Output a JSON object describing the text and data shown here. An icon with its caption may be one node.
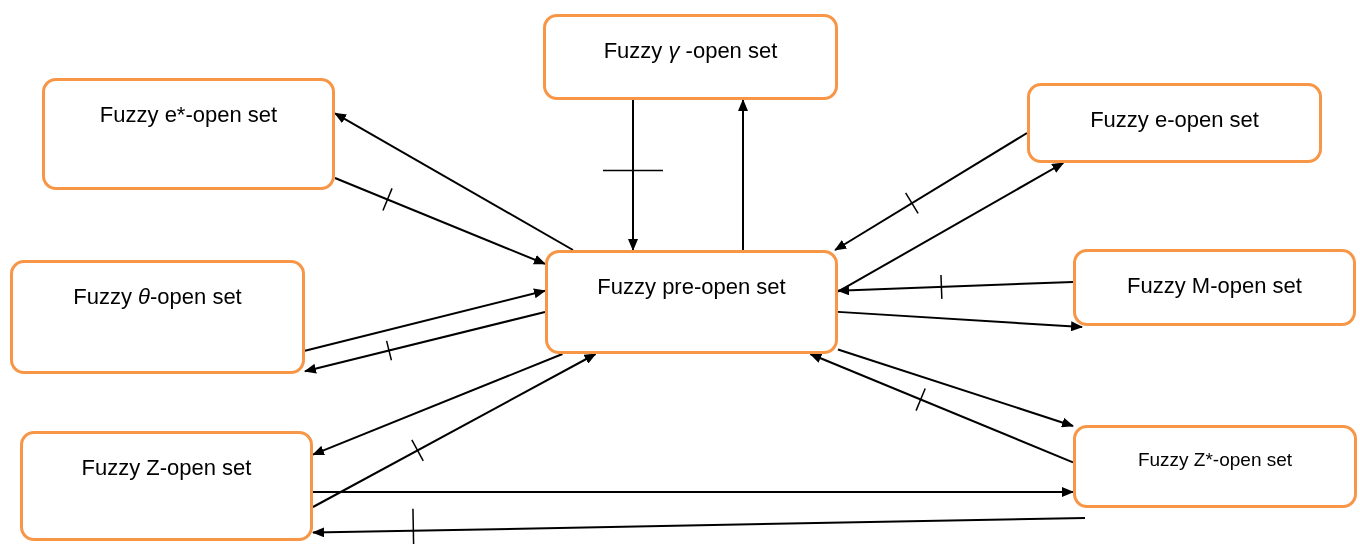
{
  "diagram": {
    "nodes": [
      {
        "text": [
          "Fuzzy *γ* -open set"
        ]
      },
      {
        "text": [
          "Fuzzy e*-open set"
        ]
      },
      {
        "text": [
          "Fuzzy e-open set"
        ]
      },
      {
        "text": [
          "Fuzzy *θ*-open set"
        ]
      },
      {
        "text": [
          "Fuzzy pre-open set"
        ]
      },
      {
        "text": [
          "Fuzzy M-open set"
        ]
      },
      {
        "text": [
          "Fuzzy Z-open set"
        ]
      },
      {
        "text": [
          "Fuzzy Z*-open set"
        ]
      }
    ],
    "edges": [
      {
        "from": 0,
        "to": 4,
        "arrow": "to"
      },
      {
        "from": 4,
        "to": 0,
        "arrow": "to"
      },
      {
        "from": 4,
        "to": 1,
        "arrow": "to"
      },
      {
        "from": 1,
        "to": 4,
        "arrow": "to"
      },
      {
        "from": 4,
        "to": 2,
        "arrow": "to"
      },
      {
        "from": 2,
        "to": 4,
        "arrow": "to"
      },
      {
        "from": 5,
        "to": 4,
        "arrow": "to"
      },
      {
        "from": 4,
        "to": 5,
        "arrow": "to"
      },
      {
        "from": 3,
        "to": 4,
        "arrow": "to"
      },
      {
        "from": 4,
        "to": 3,
        "arrow": "to"
      },
      {
        "from": 4,
        "to": 6,
        "arrow": "to"
      },
      {
        "from": 6,
        "to": 4,
        "arrow": "to"
      },
      {
        "from": 4,
        "to": 7,
        "arrow": "to"
      },
      {
        "from": 7,
        "to": 4,
        "arrow": "to"
      },
      {
        "from": 6,
        "to": 7,
        "arrow": "to"
      },
      {
        "from": 7,
        "to": 6,
        "arrow": "to"
      }
    ]
  }
}
